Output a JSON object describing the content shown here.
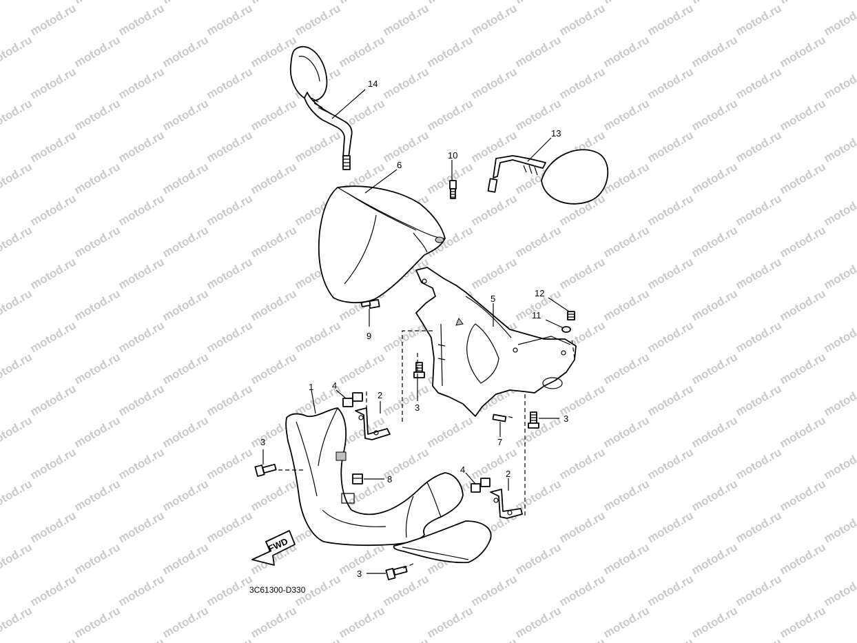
{
  "watermark": "motod.ru",
  "diagram_code": "3C61300-D330",
  "direction_label": "FWD",
  "callouts": [
    {
      "id": "c14",
      "label": "14"
    },
    {
      "id": "c13",
      "label": "13"
    },
    {
      "id": "c6",
      "label": "6"
    },
    {
      "id": "c10",
      "label": "10"
    },
    {
      "id": "c9",
      "label": "9"
    },
    {
      "id": "c5",
      "label": "5"
    },
    {
      "id": "c12",
      "label": "12"
    },
    {
      "id": "c11",
      "label": "11"
    },
    {
      "id": "c3a",
      "label": "3"
    },
    {
      "id": "c3b",
      "label": "3"
    },
    {
      "id": "c7",
      "label": "7"
    },
    {
      "id": "c1",
      "label": "1"
    },
    {
      "id": "c4a",
      "label": "4"
    },
    {
      "id": "c2a",
      "label": "2"
    },
    {
      "id": "c3c",
      "label": "3"
    },
    {
      "id": "c8",
      "label": "8"
    },
    {
      "id": "c4b",
      "label": "4"
    },
    {
      "id": "c2b",
      "label": "2"
    },
    {
      "id": "c3d",
      "label": "3"
    }
  ]
}
